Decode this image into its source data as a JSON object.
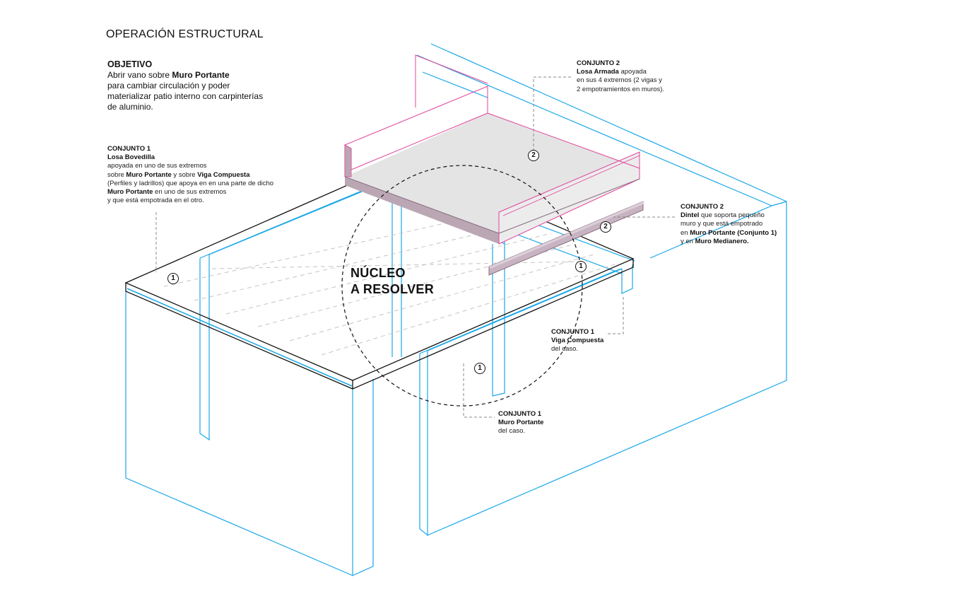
{
  "title": "OPERACIÓN ESTRUCTURAL",
  "objective": {
    "heading": "OBJETIVO",
    "line1_pre": "Abrir vano sobre ",
    "line1_bold": "Muro Portante",
    "line2": "para cambiar circulación y poder",
    "line3": "materializar patio interno con carpinterías",
    "line4": "de aluminio."
  },
  "center_label": {
    "line1": "NÚCLEO",
    "line2": "A RESOLVER"
  },
  "annotations": {
    "losa_bovedilla": {
      "heading": "CONJUNTO 1",
      "title": "Losa Bovedilla",
      "l1": "apoyada en uno de sus extremos",
      "l2_a": "sobre ",
      "l2_b": "Muro Portante",
      "l2_c": " y sobre ",
      "l2_d": "Viga Compuesta",
      "l3": "(Perfiles y ladrillos) que apoya en en una parte de dicho",
      "l4_a": "Muro Portante",
      "l4_b": " en uno de sus extremos",
      "l5": "y que está empotrada en el otro."
    },
    "losa_armada": {
      "heading": "CONJUNTO 2",
      "title": "Losa Armada",
      "title_rest": " apoyada",
      "l1": "en sus 4 extremos (2 vigas y",
      "l2": "2 empotramientos en muros)."
    },
    "dintel": {
      "heading": "CONJUNTO 2",
      "title": "Dintel",
      "title_rest": " que soporta pequeño",
      "l1": "muro y que está empotrado",
      "l2_a": "en ",
      "l2_b": "Muro Portante (Conjunto 1)",
      "l3_a": "y en ",
      "l3_b": "Muro Medianero."
    },
    "viga_compuesta": {
      "heading": "CONJUNTO 1",
      "title": "Viga Compuesta",
      "l1": "del caso."
    },
    "muro_portante": {
      "heading": "CONJUNTO 1",
      "title": "Muro Portante",
      "l1": "del caso."
    }
  },
  "badges": [
    "1",
    "2",
    "2",
    "1",
    "1"
  ],
  "colors": {
    "wall_lines": "#1aa7e8",
    "slab_armada_lines": "#e0449a",
    "slab_fill": "#e6e6e6",
    "dintel_fill": "#c8b4c2",
    "slab_edge": "#111111",
    "hidden_lines": "#c0c0c0",
    "leader_lines": "#888888"
  }
}
